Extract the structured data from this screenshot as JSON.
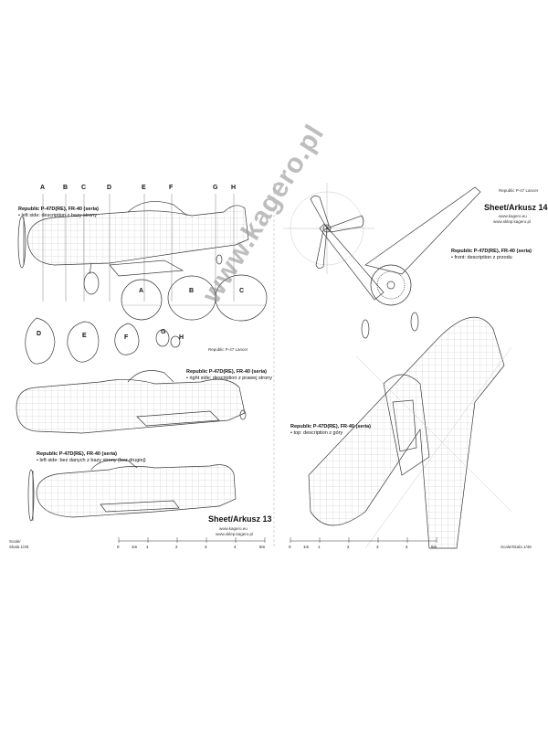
{
  "left_sheet": {
    "sheet_label": "Sheet/Arkusz 13",
    "web1": "www.kagero.eu",
    "web2": "www.sklep.kagero.pl",
    "scale_label_1": "Scale/",
    "scale_label_2": "Skala 1/48",
    "station_letters": [
      "A",
      "B",
      "C",
      "D",
      "E",
      "F",
      "G",
      "H"
    ],
    "section_letters_row1": [
      "A",
      "B",
      "C"
    ],
    "section_letters_row2": [
      "D",
      "E",
      "F",
      "G",
      "H"
    ],
    "caption1_title": "Republic P-47D(RE), FR-40 (seria)",
    "caption1_line": "• left side: description z bazy strony",
    "caption2_title": "Republic P-47D(RE), FR-40 (seria)",
    "caption2_line": "• right side: description z prawej strony",
    "caption3_title": "Republic P-47D(RE), FR-40 (seria)",
    "caption3_line": "• left side: bez danych z bazy strony (bez drugiej)",
    "inset_label": "Republic P-47 Lancer",
    "scale_ticks": [
      "0",
      "1m",
      "1",
      "2",
      "3",
      "4",
      "5m"
    ]
  },
  "right_sheet": {
    "sheet_label": "Sheet/Arkusz 14",
    "web1": "www.kagero.eu",
    "web2": "www.sklep.kagero.pl",
    "header_line": "Republic P-47 Lancer",
    "scale_label": "Scale/Skala 1/48",
    "caption_front_title": "Republic P-47D(RE), FR-40 (seria)",
    "caption_front_line": "• front: description z przodu",
    "caption_plan_title": "Republic P-47D(RE), FR-40 (seria)",
    "caption_plan_line": "• top: description z góry",
    "scale_ticks": [
      "0",
      "1m",
      "1",
      "2",
      "3",
      "4",
      "5m"
    ]
  },
  "watermark": "www.kagero.pl",
  "colors": {
    "line": "#3a3a3a",
    "grid": "#9a9a9a",
    "watermark": "#8a8a8a"
  }
}
